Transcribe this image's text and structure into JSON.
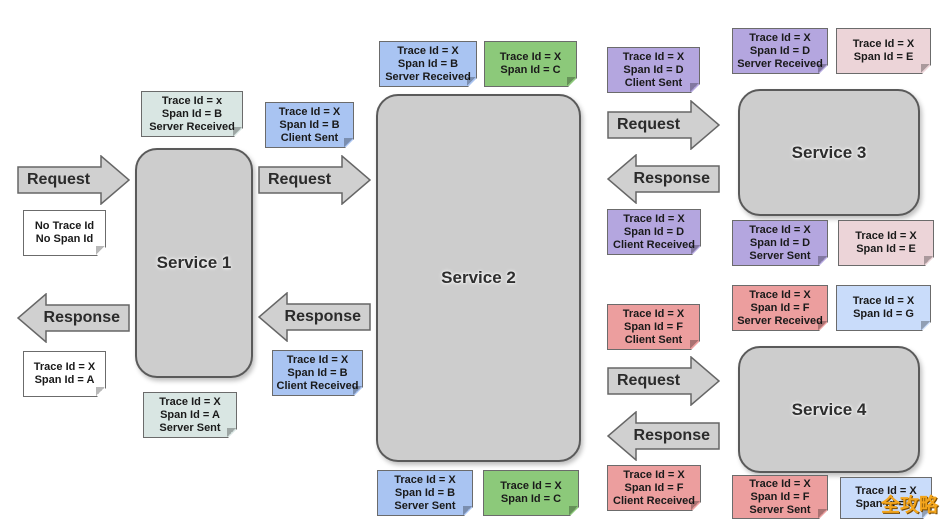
{
  "services": {
    "s1": "Service 1",
    "s2": "Service 2",
    "s3": "Service 3",
    "s4": "Service 4"
  },
  "arrows": {
    "request": "Request",
    "response": "Response"
  },
  "notes": {
    "n_s1_no": [
      "No Trace Id",
      "No Span Id"
    ],
    "n_s1_resp": [
      "Trace Id = X",
      "Span Id = A"
    ],
    "n_s1_recv": [
      "Trace Id = x",
      "Span Id = B",
      "Server Received"
    ],
    "n_s1_sent": [
      "Trace Id = X",
      "Span Id = A",
      "Server Sent"
    ],
    "n_s1s2_csent": [
      "Trace Id = X",
      "Span Id = B",
      "Client Sent"
    ],
    "n_s1s2_crecv": [
      "Trace Id = X",
      "Span Id = B",
      "Client Received"
    ],
    "n_s2_recv": [
      "Trace Id = X",
      "Span Id = B",
      "Server Received"
    ],
    "n_s2_c": [
      "Trace Id = X",
      "Span Id = C"
    ],
    "n_s2_sent": [
      "Trace Id = X",
      "Span Id = B",
      "Server Sent"
    ],
    "n_s2_c2": [
      "Trace Id = X",
      "Span Id = C"
    ],
    "n_s3_csent": [
      "Trace Id = X",
      "Span Id = D",
      "Client Sent"
    ],
    "n_s3_crecv": [
      "Trace Id = X",
      "Span Id = D",
      "Client Received"
    ],
    "n_s3_recv": [
      "Trace Id = X",
      "Span Id = D",
      "Server Received"
    ],
    "n_s3_e": [
      "Trace Id = X",
      "Span Id = E"
    ],
    "n_s3_sent": [
      "Trace Id = X",
      "Span Id = D",
      "Server Sent"
    ],
    "n_s3_e2": [
      "Trace Id = X",
      "Span Id = E"
    ],
    "n_s4_csent": [
      "Trace Id = X",
      "Span Id = F",
      "Client Sent"
    ],
    "n_s4_crecv": [
      "Trace Id = X",
      "Span Id = F",
      "Client Received"
    ],
    "n_s4_recv": [
      "Trace Id = X",
      "Span Id = F",
      "Server Received"
    ],
    "n_s4_g": [
      "Trace Id = X",
      "Span Id = G"
    ],
    "n_s4_sent": [
      "Trace Id = X",
      "Span Id = F",
      "Server Sent"
    ],
    "n_s4_g2": [
      "Trace Id = X",
      "Span Id = G"
    ]
  },
  "colors": {
    "service_fill": "#cdcdcd",
    "arrow_fill": "#d0d0d0",
    "arrow_stroke": "#666666"
  },
  "watermark": "全攻略"
}
